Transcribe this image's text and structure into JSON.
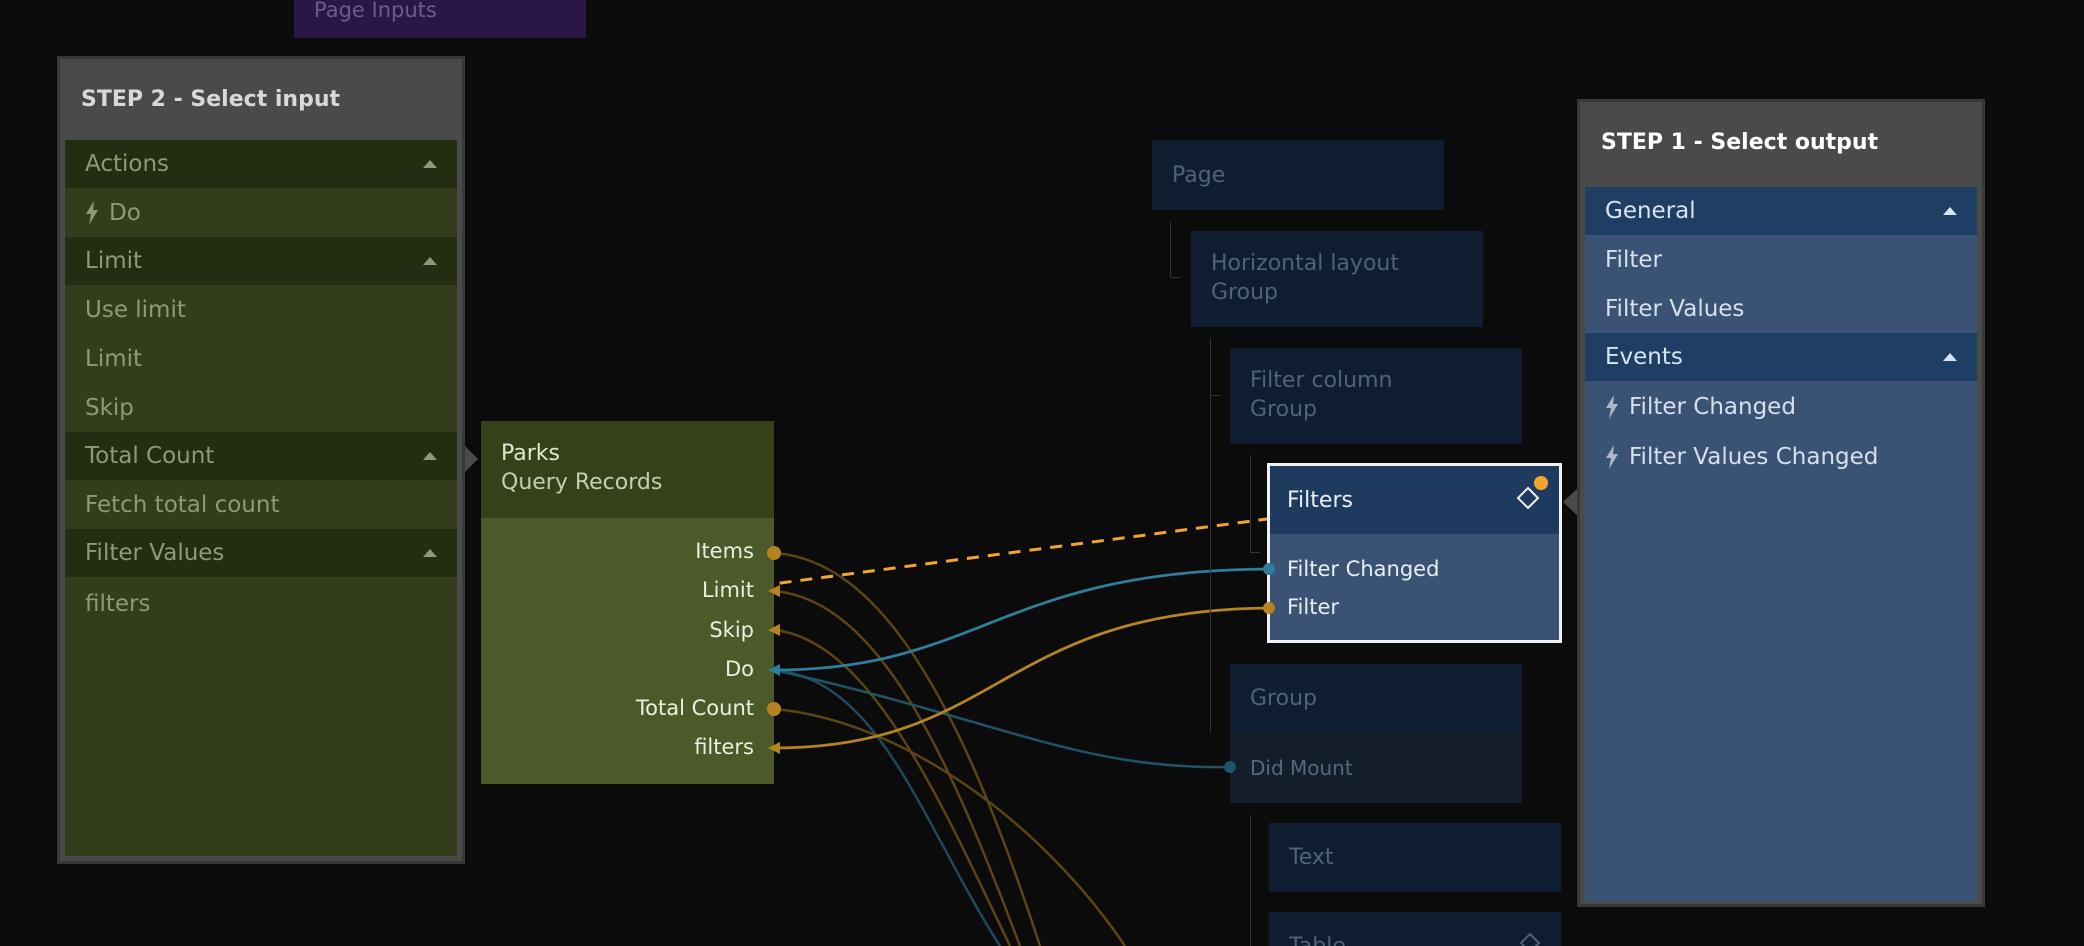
{
  "page_inputs": {
    "label": "Page Inputs"
  },
  "step2": {
    "title": "STEP 2 - Select input",
    "sections": [
      {
        "label": "Actions",
        "items": [
          "Do"
        ]
      },
      {
        "label": "Limit",
        "items": [
          "Use limit",
          "Limit",
          "Skip"
        ]
      },
      {
        "label": "Total Count",
        "items": [
          "Fetch total count"
        ]
      },
      {
        "label": "Filter Values",
        "items": [
          "filters"
        ]
      }
    ]
  },
  "parks": {
    "title": "Parks",
    "subtitle": "Query Records",
    "ports": [
      "Items",
      "Limit",
      "Skip",
      "Do",
      "Total Count",
      "filters"
    ]
  },
  "tree": {
    "page": "Page",
    "horizontal": {
      "title": "Horizontal layout",
      "sub": "Group"
    },
    "filter_column": {
      "title": "Filter column",
      "sub": "Group"
    },
    "group": "Group",
    "did_mount": "Did Mount",
    "text": "Text",
    "table": "Table"
  },
  "filters_node": {
    "title": "Filters",
    "ports": [
      "Filter Changed",
      "Filter"
    ]
  },
  "step1": {
    "title": "STEP 1 - Select output",
    "sections": [
      {
        "label": "General",
        "items": [
          "Filter",
          "Filter Values"
        ]
      },
      {
        "label": "Events",
        "items": [
          "Filter Changed",
          "Filter Values Changed"
        ]
      }
    ]
  },
  "colors": {
    "signal": "#2e7d99",
    "data": "#b58420",
    "drag": "#f2a52e"
  }
}
